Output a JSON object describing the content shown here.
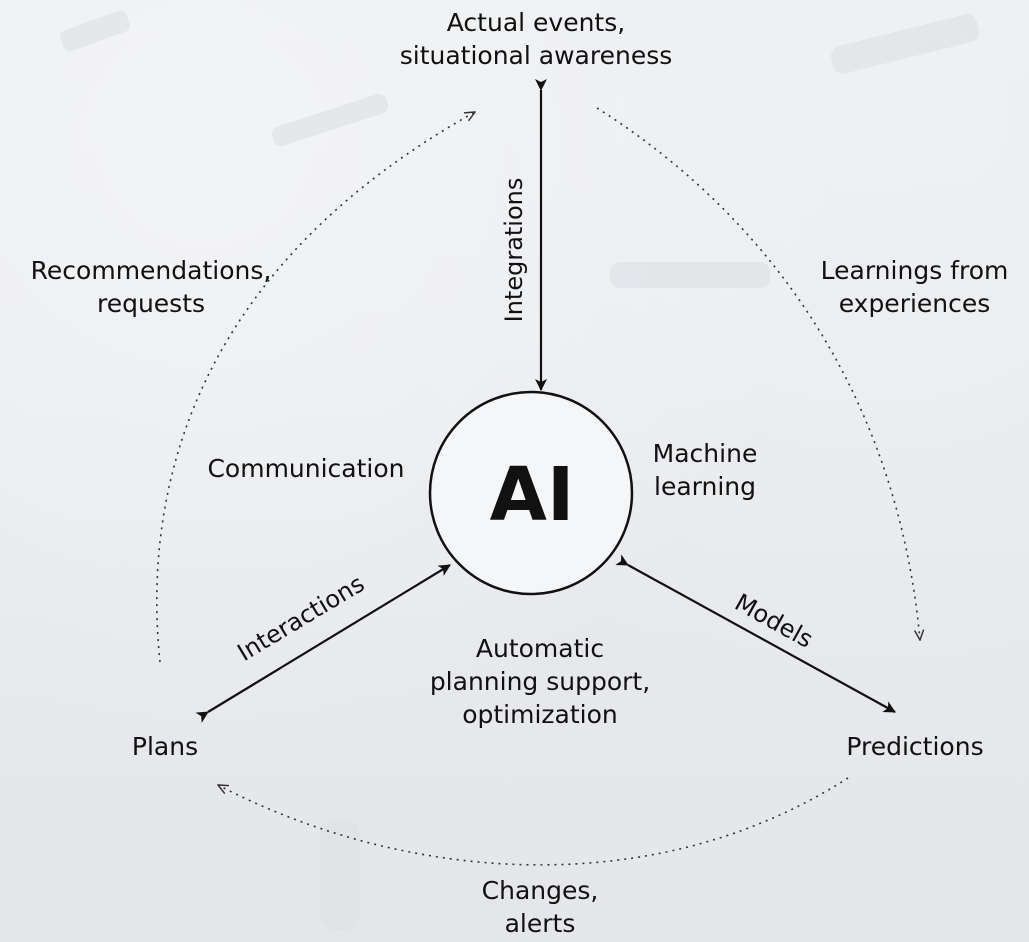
{
  "center": {
    "text": "AI"
  },
  "nodes": {
    "top": "Actual events,\nsituational awareness",
    "left": "Plans",
    "right": "Predictions"
  },
  "edges": {
    "vertical": "Integrations",
    "left_diagonal": "Interactions",
    "right_diagonal": "Models"
  },
  "capabilities": {
    "communication": "Communication",
    "machine_learning": "Machine\nlearning",
    "planning": "Automatic\nplanning support,\noptimization"
  },
  "cycle": {
    "left_arc": "Recommendations,\nrequests",
    "right_arc": "Learnings from\nexperiences",
    "bottom_arc": "Changes,\nalerts"
  }
}
